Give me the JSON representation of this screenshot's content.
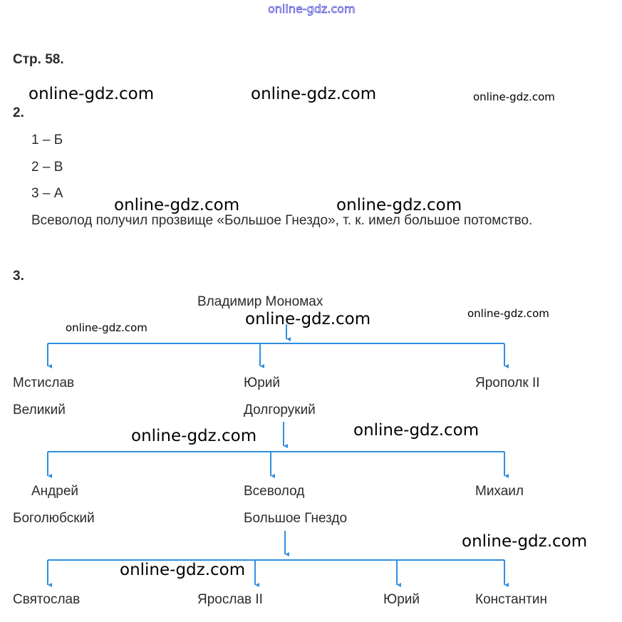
{
  "header_watermark": "online-gdz.com",
  "page_title": "Стр. 58.",
  "task2": {
    "number": "2.",
    "answers": [
      "1 – Б",
      "2 – В",
      "3 – А"
    ],
    "explanation": "Всеволод получил прозвище «Большое Гнездо», т. к. имел большое потомство."
  },
  "task3": {
    "number": "3.",
    "root": "Владимир Мономах",
    "level1": [
      [
        "Мстислав",
        "Великий"
      ],
      [
        "Юрий",
        "Долгорукий"
      ],
      [
        "Ярополк II",
        ""
      ]
    ],
    "level2": [
      [
        "Андрей",
        "Боголюбский"
      ],
      [
        "Всеволод",
        "Большое Гнездо"
      ],
      [
        "Михаил",
        ""
      ]
    ],
    "level3": [
      "Святослав",
      "Ярослав II",
      "Юрий",
      "Константин"
    ]
  },
  "watermark": "online-gdz.com",
  "colors": {
    "arrow": "#2f8fe0"
  }
}
